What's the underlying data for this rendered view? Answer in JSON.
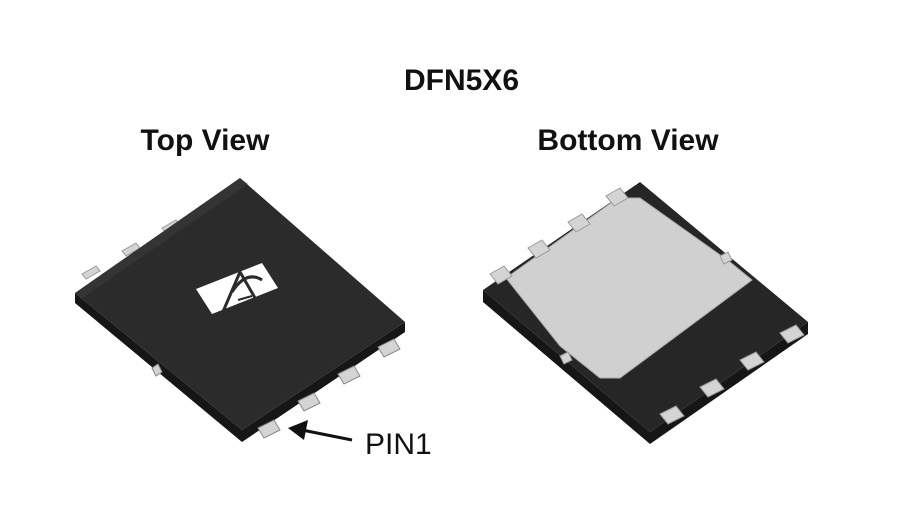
{
  "title": "DFN5X6",
  "top_view": {
    "label": "Top View",
    "pin_label": "PIN1"
  },
  "bottom_view": {
    "label": "Bottom View"
  },
  "colors": {
    "body_top": "#2b2b2b",
    "body_side": "#161616",
    "pad": "#d4d4d4",
    "text": "#111111"
  },
  "icons": {
    "logo": "aos-logo-icon",
    "arrow": "arrow-left-icon"
  }
}
